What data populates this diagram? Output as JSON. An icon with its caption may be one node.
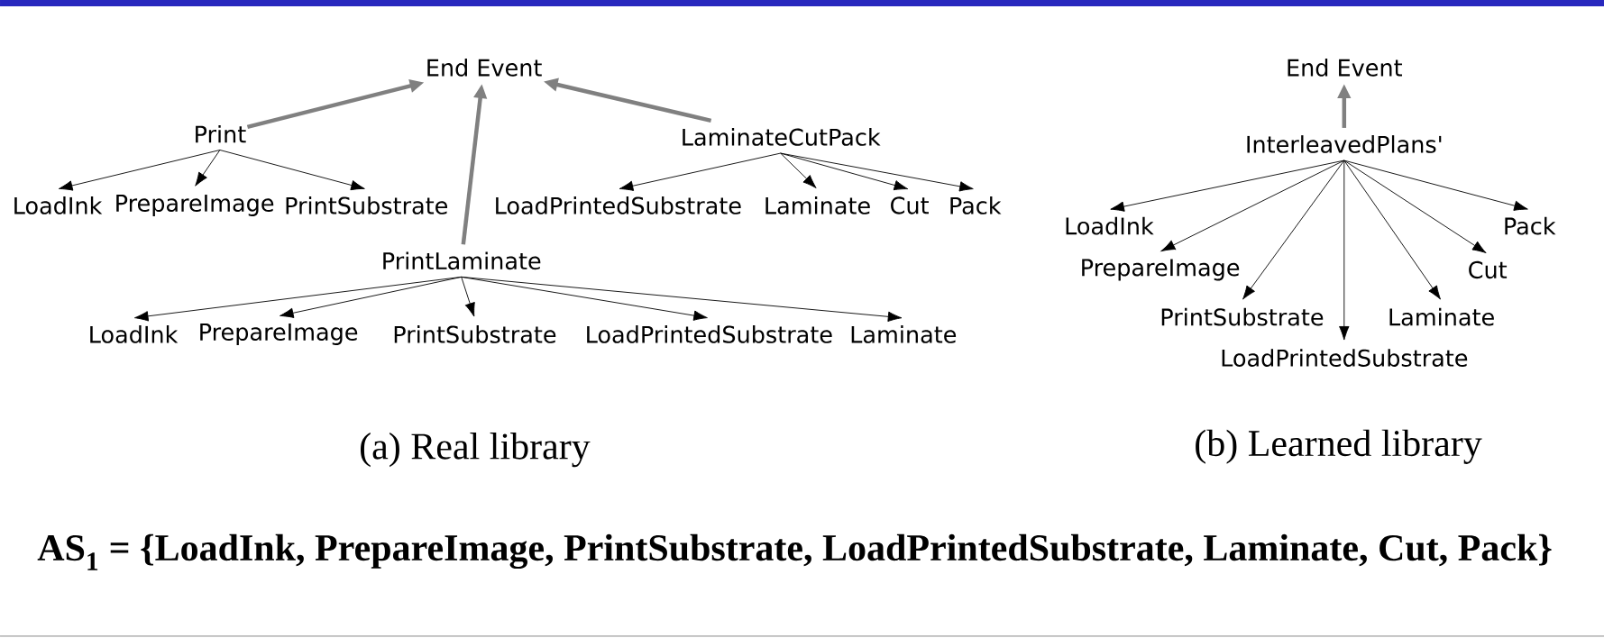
{
  "diagram": {
    "nodes": [
      {
        "text": [
          "End Event"
        ]
      },
      {
        "text": [
          "Print"
        ]
      },
      {
        "text": [
          "LoadInk"
        ]
      },
      {
        "text": [
          "PrepareImage"
        ]
      },
      {
        "text": [
          "PrintSubstrate"
        ]
      },
      {
        "text": [
          "LaminateCutPack"
        ]
      },
      {
        "text": [
          "LoadPrintedSubstrate"
        ]
      },
      {
        "text": [
          "Laminate"
        ]
      },
      {
        "text": [
          "Cut"
        ]
      },
      {
        "text": [
          "Pack"
        ]
      },
      {
        "text": [
          "PrintLaminate"
        ]
      },
      {
        "text": [
          "LoadInk"
        ]
      },
      {
        "text": [
          "PrepareImage"
        ]
      },
      {
        "text": [
          "PrintSubstrate"
        ]
      },
      {
        "text": [
          "LoadPrintedSubstrate"
        ]
      },
      {
        "text": [
          "Laminate"
        ]
      },
      {
        "text": [
          "End Event"
        ]
      },
      {
        "text": [
          "InterleavedPlans'"
        ]
      },
      {
        "text": [
          "LoadInk"
        ]
      },
      {
        "text": [
          "PrepareImage"
        ]
      },
      {
        "text": [
          "PrintSubstrate"
        ]
      },
      {
        "text": [
          "LoadPrintedSubstrate"
        ]
      },
      {
        "text": [
          "Laminate"
        ]
      },
      {
        "text": [
          "Cut"
        ]
      },
      {
        "text": [
          "Pack"
        ]
      }
    ],
    "edges": [
      {
        "from": 1,
        "to": 0,
        "arrow": "to",
        "style": "thick",
        "color": "#808080"
      },
      {
        "from": 5,
        "to": 0,
        "arrow": "to",
        "style": "thick",
        "color": "#808080"
      },
      {
        "from": 10,
        "to": 0,
        "arrow": "to",
        "style": "thick",
        "color": "#808080"
      },
      {
        "from": 1,
        "to": 2,
        "arrow": "to"
      },
      {
        "from": 1,
        "to": 3,
        "arrow": "to"
      },
      {
        "from": 1,
        "to": 4,
        "arrow": "to"
      },
      {
        "from": 5,
        "to": 6,
        "arrow": "to"
      },
      {
        "from": 5,
        "to": 7,
        "arrow": "to"
      },
      {
        "from": 5,
        "to": 8,
        "arrow": "to"
      },
      {
        "from": 5,
        "to": 9,
        "arrow": "to"
      },
      {
        "from": 10,
        "to": 11,
        "arrow": "to"
      },
      {
        "from": 10,
        "to": 12,
        "arrow": "to"
      },
      {
        "from": 10,
        "to": 13,
        "arrow": "to"
      },
      {
        "from": 10,
        "to": 14,
        "arrow": "to"
      },
      {
        "from": 10,
        "to": 15,
        "arrow": "to"
      },
      {
        "from": 17,
        "to": 16,
        "arrow": "to",
        "style": "thick",
        "color": "#808080"
      },
      {
        "from": 17,
        "to": 18,
        "arrow": "to"
      },
      {
        "from": 17,
        "to": 19,
        "arrow": "to"
      },
      {
        "from": 17,
        "to": 20,
        "arrow": "to"
      },
      {
        "from": 17,
        "to": 21,
        "arrow": "to"
      },
      {
        "from": 17,
        "to": 22,
        "arrow": "to"
      },
      {
        "from": 17,
        "to": 23,
        "arrow": "to"
      },
      {
        "from": 17,
        "to": 24,
        "arrow": "to"
      }
    ],
    "labels": [
      "(a) Real library",
      "(b) Learned library",
      "AS$_{1}$ = {LoadInk, PrepareImage, PrintSubstrate, LoadPrintedSubstrate, Laminate, Cut, Pack}"
    ]
  }
}
